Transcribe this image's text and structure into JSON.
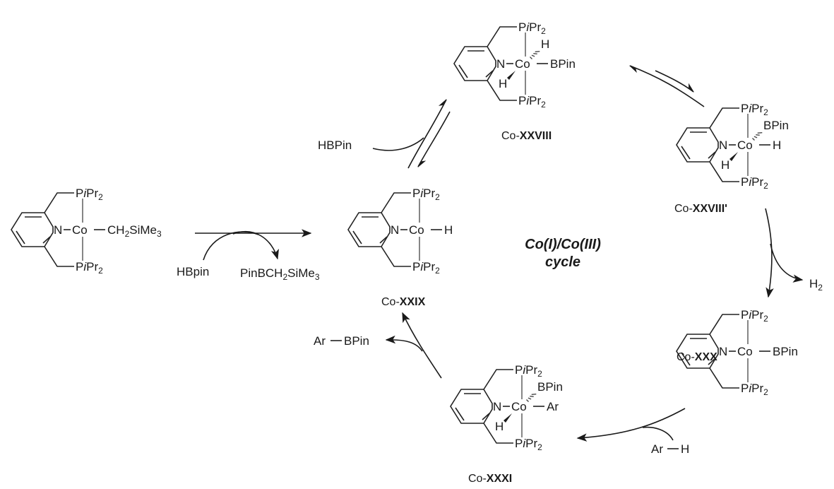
{
  "scheme": {
    "center_label": {
      "line1": "Co(I)/Co(III)",
      "line2": "cycle"
    },
    "ligand_arm": {
      "P": "P",
      "i": "i",
      "Pr": "Pr",
      "sub": "2"
    },
    "precatalyst": {
      "metal": "Co",
      "N": "N",
      "ligand_right": {
        "pre": "CH",
        "sub1": "2",
        "mid": "SiMe",
        "sub2": "3"
      }
    },
    "activation": {
      "reagent_in": "HBpin",
      "byproduct": {
        "pre": "PinBCH",
        "sub1": "2",
        "mid": "SiMe",
        "sub2": "3"
      }
    },
    "complexes": [
      {
        "id": "Co-XXIX",
        "prefix": "Co-",
        "numeral": "XXIX",
        "metal": "Co",
        "N": "N",
        "right": "H"
      },
      {
        "id": "Co-XXVIII",
        "prefix": "Co-",
        "numeral": "XXVIII",
        "metal": "Co",
        "N": "N",
        "right": "BPin",
        "hash": "H",
        "wedge": "H"
      },
      {
        "id": "Co-XXVIII'",
        "prefix": "Co-",
        "numeral": "XXVIII'",
        "metal": "Co",
        "N": "N",
        "right": "H",
        "hash": "BPin",
        "wedge": "H"
      },
      {
        "id": "Co-XXX",
        "prefix": "Co-",
        "numeral": "XXX",
        "metal": "Co",
        "N": "N",
        "right": "BPin"
      },
      {
        "id": "Co-XXXI",
        "prefix": "Co-",
        "numeral": "XXXI",
        "metal": "Co",
        "N": "N",
        "right": "Ar",
        "hash": "BPin",
        "wedge": "H"
      }
    ],
    "steps": {
      "oxidative_addition_reagent": "HBPin",
      "h2_release": {
        "pre": "H",
        "sub": "2"
      },
      "ch_activation_reagent": {
        "left": "Ar",
        "right": "H"
      },
      "product": {
        "left": "Ar",
        "right": "BPin"
      }
    }
  }
}
